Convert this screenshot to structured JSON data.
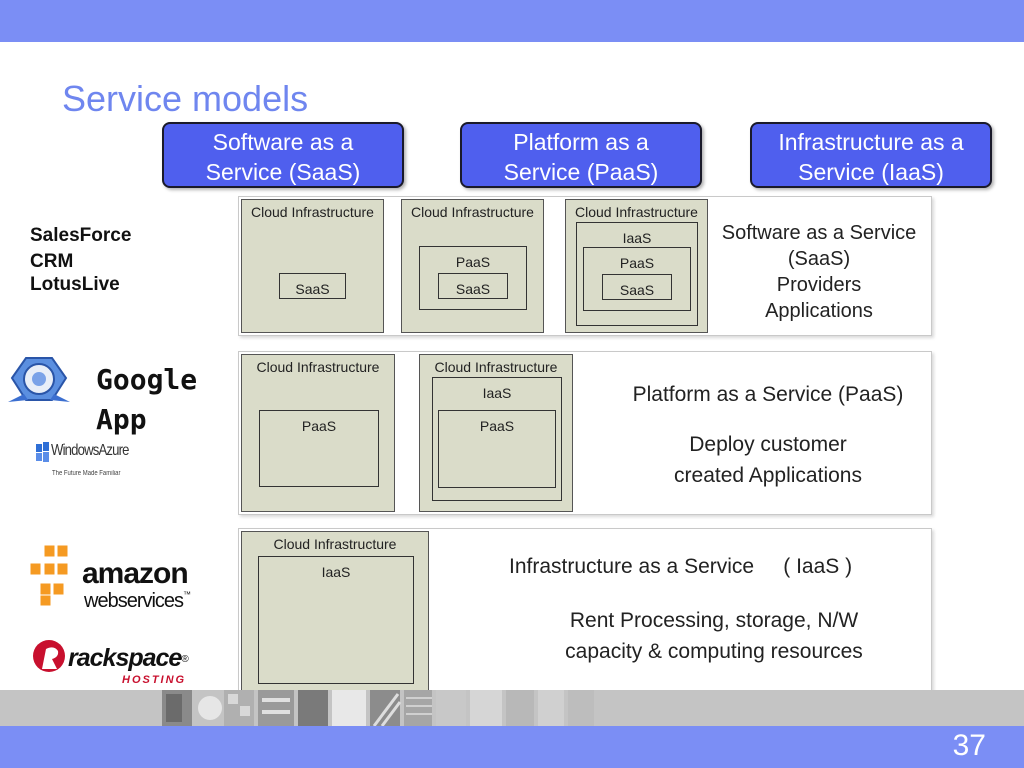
{
  "title": "Service models",
  "models": [
    {
      "line1": "Software as a",
      "line2": "Service (SaaS)"
    },
    {
      "line1": "Platform as a",
      "line2": "Service (PaaS)"
    },
    {
      "line1": "Infrastructure as a",
      "line2": "Service (IaaS)"
    }
  ],
  "left_labels": {
    "salesforce": "SalesForce",
    "crm": "CRM",
    "lotuslive": "LotusLive",
    "google_line1": "Google",
    "google_line2": "App",
    "windows_azure": "WindowsAzure",
    "windows_azure_tag": "The Future Made Familiar",
    "amazon": "amazon",
    "amazon_sub": "webservices",
    "amazon_tm": "™",
    "rackspace": "rackspace",
    "rackspace_mark": "®",
    "rackspace_sub": "HOSTING"
  },
  "panel_saas": {
    "ci": "Cloud Infrastructure",
    "saas": "SaaS",
    "paas": "PaaS",
    "iaas": "IaaS",
    "desc_line1": "Software as a Service",
    "desc_line2": "(SaaS)",
    "desc_line3": "Providers",
    "desc_line4": "Applications"
  },
  "panel_paas": {
    "ci": "Cloud Infrastructure",
    "paas": "PaaS",
    "iaas": "IaaS",
    "heading": "Platform as a Service (PaaS)",
    "desc_line1": "Deploy customer",
    "desc_line2": "created Applications"
  },
  "panel_iaas": {
    "ci": "Cloud Infrastructure",
    "iaas": "IaaS",
    "heading": "Infrastructure as a Service     ( IaaS )",
    "desc_line1": "Rent Processing, storage, N/W",
    "desc_line2": "capacity &  computing resources"
  },
  "page_number": "37",
  "colors": {
    "bar": "#7b8ef5",
    "title": "#6f86ef",
    "model_box": "#4f5fee",
    "ci_fill": "#dadcc9"
  }
}
